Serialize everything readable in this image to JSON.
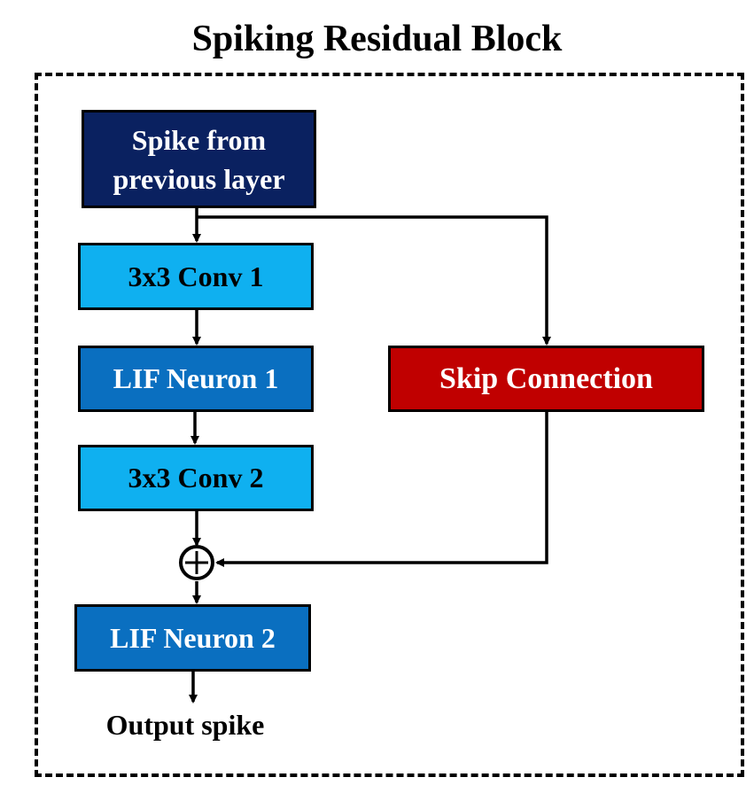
{
  "title": "Spiking Residual Block",
  "nodes": {
    "spike_input": {
      "label_line1": "Spike from",
      "label_line2": "previous layer",
      "color": "#0a2160"
    },
    "conv1": {
      "label": "3x3 Conv 1",
      "color": "#0fb0f0"
    },
    "lif1": {
      "label": "LIF Neuron 1",
      "color": "#0a6fc0"
    },
    "conv2": {
      "label": "3x3 Conv 2",
      "color": "#0fb0f0"
    },
    "skip": {
      "label": "Skip Connection",
      "color": "#c00000"
    },
    "lif2": {
      "label": "LIF Neuron 2",
      "color": "#0a6fc0"
    }
  },
  "output_label": "Output spike",
  "sum_symbol": "⊕"
}
